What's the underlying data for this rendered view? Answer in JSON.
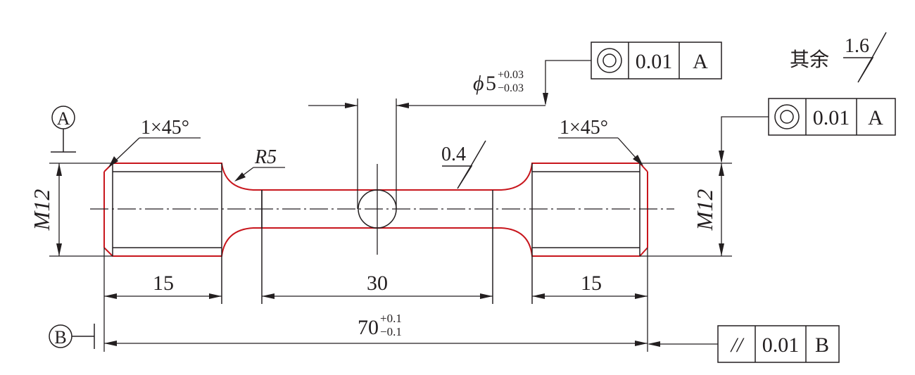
{
  "datums": {
    "a": "A",
    "b": "B"
  },
  "chamfer": {
    "left": "1×45°",
    "right": "1×45°"
  },
  "fillet_radius": "R5",
  "thread": {
    "left": "M12",
    "right": "M12"
  },
  "dims": {
    "left_length": "15",
    "middle_length": "30",
    "right_length": "15",
    "total_base": "70",
    "total_upper_tol": "+0.1",
    "total_lower_tol": "−0.1"
  },
  "hole": {
    "diameter_symbol": "ϕ",
    "diameter": "5",
    "upper_tol": "+0.03",
    "lower_tol": "−0.03"
  },
  "surface_finish": {
    "local_value": "0.4",
    "other_label": "其余",
    "other_value": "1.6"
  },
  "tolerance_frames": {
    "top_coaxiality": {
      "symbol": "coaxiality",
      "value": "0.01",
      "datum": "A"
    },
    "right_coaxiality": {
      "symbol": "coaxiality",
      "value": "0.01",
      "datum": "A"
    },
    "parallelism": {
      "symbol": "//",
      "value": "0.01",
      "datum": "B"
    }
  }
}
